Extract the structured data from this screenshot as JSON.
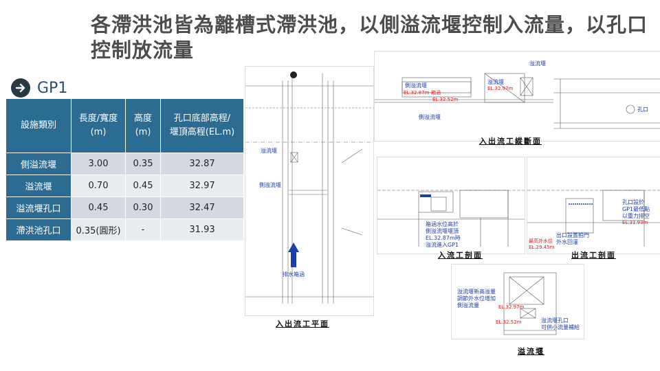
{
  "title": "各滯洪池皆為離槽式滯洪池，以側溢流堰控制入流量，以孔口控制放流量",
  "section": {
    "label": "GP1",
    "icon": "arrow-right-circle-icon"
  },
  "table": {
    "headers": [
      "設施類別",
      "長度/寬度\n(m)",
      "高度\n(m)",
      "孔口底部高程/\n堰頂高程(EL.m)"
    ],
    "rows": [
      [
        "側溢流堰",
        "3.00",
        "0.35",
        "32.87"
      ],
      [
        "溢流堰",
        "0.70",
        "0.45",
        "32.97"
      ],
      [
        "溢流堰孔口",
        "0.45",
        "0.30",
        "32.47"
      ],
      [
        "滯洪池孔口",
        "0.35(圓形)",
        "-",
        "31.93"
      ]
    ]
  },
  "colors": {
    "header": "#2c6c93",
    "row_dark": "#d4d9e1",
    "row_light": "#e9edf2",
    "title": "#4d4d4d",
    "note_blue": "#1b3fa8",
    "note_red": "#d42222"
  },
  "drawings": {
    "plan": {
      "caption": "入出流工平面",
      "notes": [
        "溢流堰",
        "側溢流堰",
        "排水箱涵"
      ]
    },
    "longitudinal": {
      "caption": "入出流工縱斷面",
      "notes": [
        "溢流堰",
        "側溢流堰",
        "溢流堰",
        "側溢流堰",
        "孔口"
      ],
      "red_notes": [
        "EL.32.87m",
        "箱涵",
        "EL.32.52m",
        "EL.32.97m"
      ]
    },
    "inflow": {
      "caption": "入流工剖面",
      "notes": [
        "箱涵水位高於",
        "側溢流堰堰頂",
        "EL.32.87m時",
        "溢流進入GP1"
      ]
    },
    "outflow": {
      "caption": "出流工剖面",
      "notes": [
        "孔口設於",
        "GP1最低點",
        "以重力排空",
        "出口設置拍門",
        "外水回灌"
      ],
      "red_notes": [
        "EL.31.93m",
        "最高外水位",
        "EL.29.45m"
      ]
    },
    "weir": {
      "caption": "溢流堰",
      "notes": [
        "溢流堰新高溢量",
        "調節外水位增加",
        "側溢流量",
        "溢流堰孔口",
        "可供小流量補給"
      ],
      "red_notes": [
        "EL.32.97m",
        "EL.32.52m"
      ]
    }
  }
}
